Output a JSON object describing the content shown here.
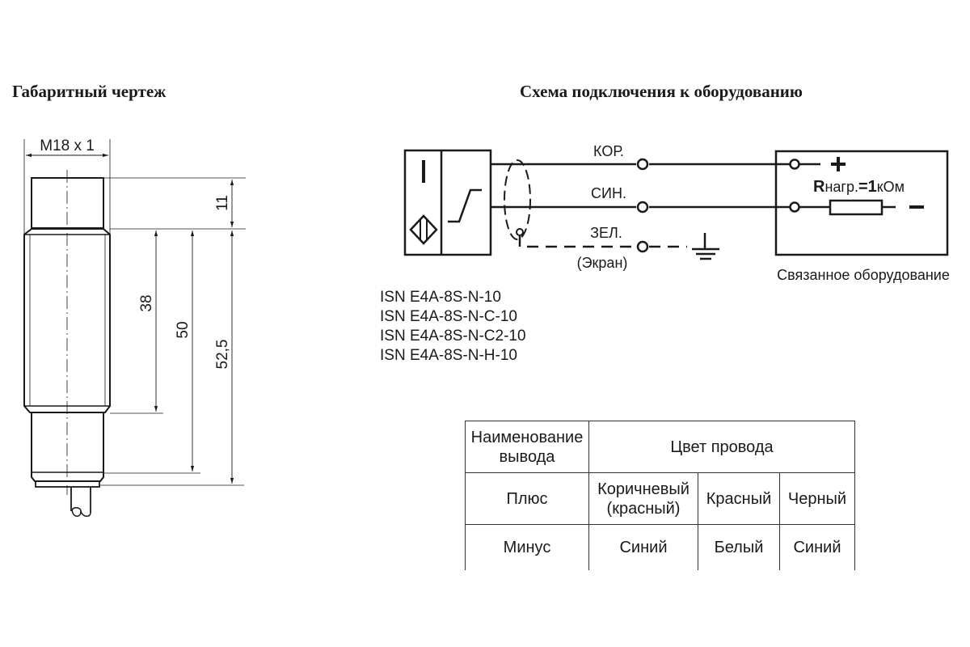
{
  "left_section": {
    "title": "Габаритный чертеж",
    "dimensions": {
      "thread": "M18 x 1",
      "d1": "11",
      "d2": "38",
      "d3": "50",
      "d4": "52,5"
    }
  },
  "right_section": {
    "title": "Схема подключения к оборудованию",
    "wires": {
      "brown": "КОР.",
      "blue": "СИН.",
      "green": "ЗЕЛ.",
      "shield": "(Экран)"
    },
    "equipment": {
      "plus": "+",
      "minus": "–",
      "resistor_r": "R",
      "resistor_sub": "нагр.",
      "resistor_eq": "=1",
      "resistor_unit": "кОм",
      "label": "Связанное оборудование"
    },
    "models": [
      "ISN E4A-8S-N-10",
      "ISN E4A-8S-N-C-10",
      "ISN E4A-8S-N-C2-10",
      "ISN E4A-8S-N-H-10"
    ]
  },
  "wire_table": {
    "header_name": "Наименование вывода",
    "header_color": "Цвет провода",
    "rows": [
      {
        "name": "Плюс",
        "colors": [
          "Коричневый (красный)",
          "Красный",
          "Черный"
        ]
      },
      {
        "name": "Минус",
        "colors": [
          "Синий",
          "Белый",
          "Синий"
        ]
      }
    ]
  }
}
